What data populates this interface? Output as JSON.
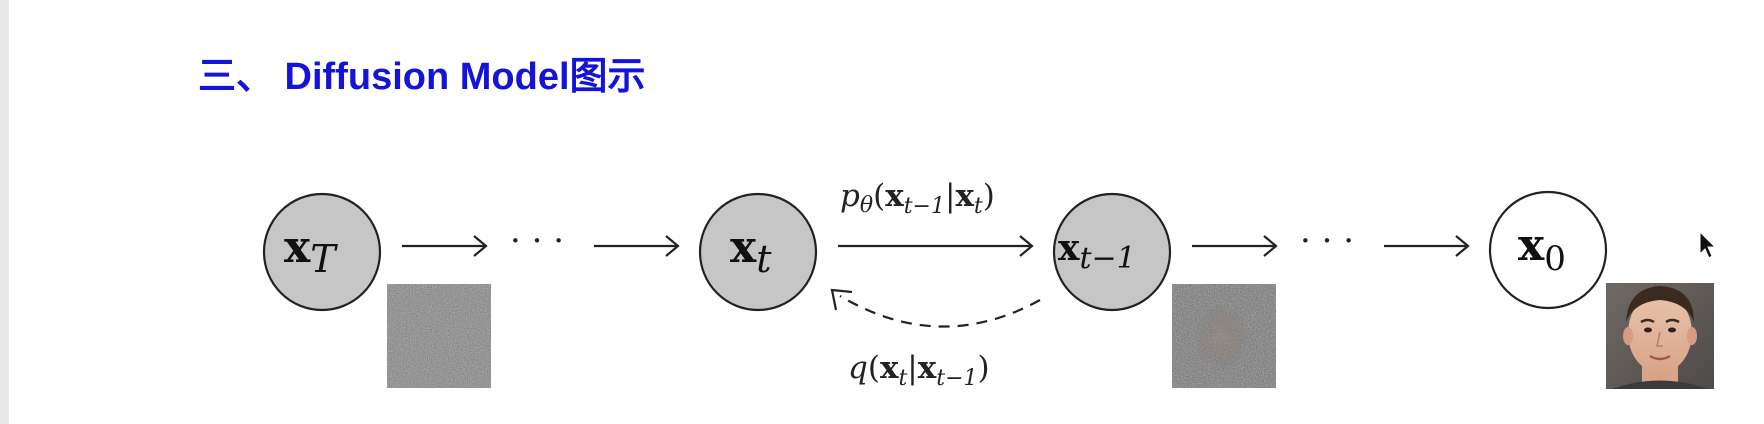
{
  "title": "三、 Diffusion Model图示",
  "colors": {
    "title": "#1414d8",
    "node_fill_noisy": "#c6c6c6",
    "node_fill_clean": "#ffffff",
    "stroke": "#222222"
  },
  "nodes": {
    "xT": {
      "base": "x",
      "sub": "T"
    },
    "xt": {
      "base": "x",
      "sub": "t"
    },
    "xt1": {
      "base": "x",
      "sub": "t−1"
    },
    "x0": {
      "base": "x",
      "sub": "0"
    }
  },
  "ellipsis": "· · ·",
  "forward_label": {
    "p": "p",
    "theta": "θ",
    "open": "(",
    "x1": "x",
    "x1sub": "t−1",
    "bar": "|",
    "x2": "x",
    "x2sub": "t",
    "close": ")"
  },
  "reverse_label": {
    "q": "q",
    "open": "(",
    "x1": "x",
    "x1sub": "t",
    "bar": "|",
    "x2": "x",
    "x2sub": "t−1",
    "close": ")"
  },
  "images": {
    "noise_full": "pure-noise-image",
    "noise_partial": "partially-denoised-face-image",
    "face_clean": "clean-face-image"
  },
  "cursor_icon": "mouse-cursor-icon"
}
